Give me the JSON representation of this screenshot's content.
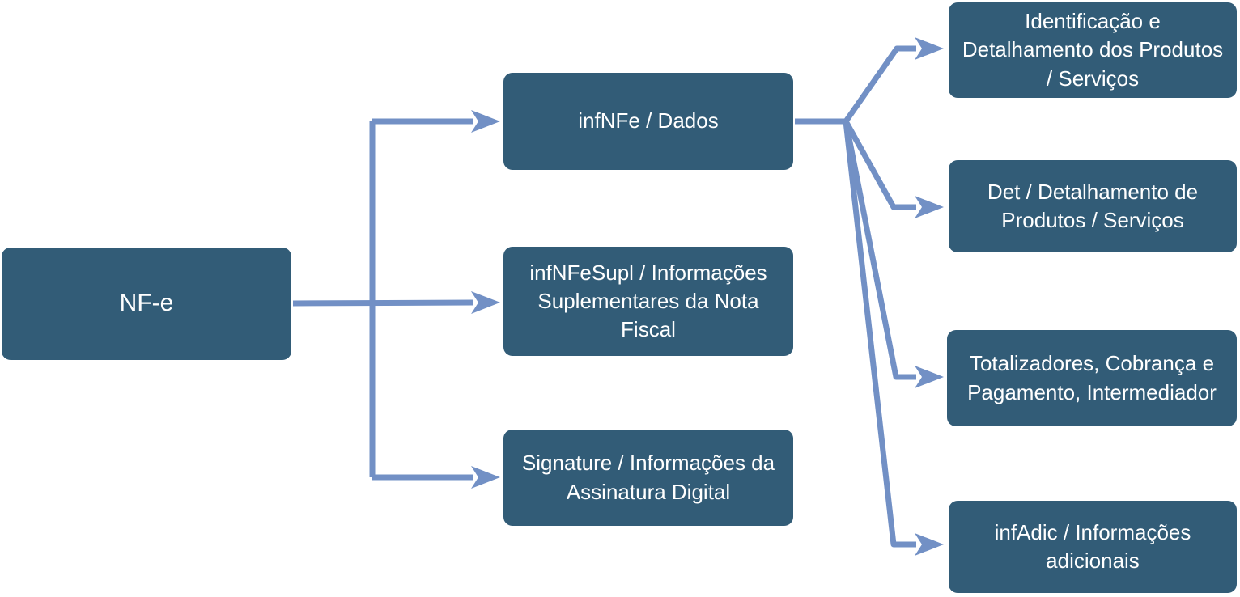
{
  "diagram": {
    "title": "NF-e XML structure",
    "colors": {
      "box_fill": "#325C77",
      "connector": "#7290C5",
      "text": "#FFFFFF",
      "background": "#FFFFFF"
    },
    "root": {
      "label": "NF-e"
    },
    "level2": [
      {
        "id": "infNFe",
        "label": "infNFe / Dados"
      },
      {
        "id": "infNFeSupl",
        "label": "infNFeSupl / Informações Suplementares da Nota Fiscal"
      },
      {
        "id": "Signature",
        "label": "Signature / Informações da Assinatura Digital"
      }
    ],
    "level3": [
      {
        "id": "ide",
        "label": "Identificação e Detalhamento dos Produtos / Serviços"
      },
      {
        "id": "det",
        "label": "Det / Detalhamento de Produtos / Serviços"
      },
      {
        "id": "total",
        "label": "Totalizadores, Cobrança e Pagamento, Intermediador"
      },
      {
        "id": "infAdic",
        "label": "infAdic / Informações adicionais"
      }
    ]
  }
}
